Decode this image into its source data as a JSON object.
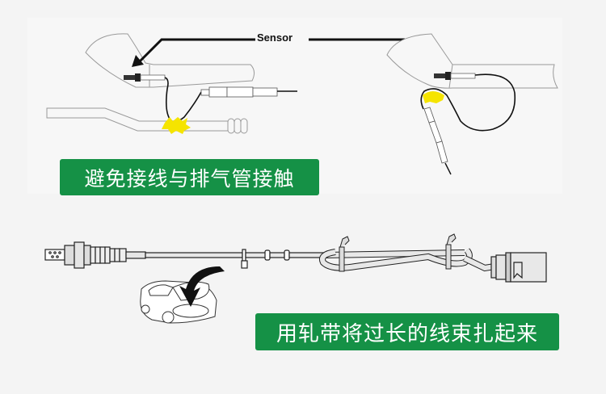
{
  "diagram": {
    "title": "Oxygen sensor wiring installation tips",
    "top_section": {
      "callout_label": "Sensor",
      "left_panel_description": "Wire routed touching exhaust pipe (contact point highlighted)",
      "right_panel_description": "Wire looped away from exhaust, contact point highlighted",
      "instruction": "避免接线与排气管接触"
    },
    "bottom_section": {
      "description": "Oxygen sensor harness with excess length bundled by cable ties, car with open hood",
      "instruction": "用轧带将过长的线束扎起来"
    },
    "colors": {
      "label_background": "#159146",
      "label_text": "#ffffff",
      "highlight": "#f5e400",
      "background": "#f4f4f4"
    }
  }
}
